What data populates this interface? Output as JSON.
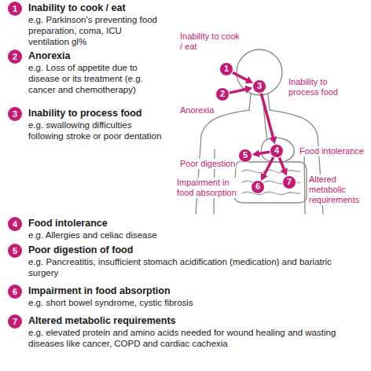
{
  "diagram": {
    "nodes": [
      {
        "text": [
          "1",
          "Inability to cook / eat",
          "e.g. Parkinson's preventing food preparation, coma, ICU ventilation gl%"
        ]
      },
      {
        "text": [
          "2",
          "Anorexia",
          "e.g. Loss of appetite due to disease or its treatment (e.g. cancer and chemotherapy)"
        ]
      },
      {
        "text": [
          "3",
          "Inability to process food",
          "e.g. swallowing difficulties following stroke or poor dentation"
        ]
      },
      {
        "text": [
          "4",
          "Food intolerance",
          "e.g. Allergies and celiac disease"
        ]
      },
      {
        "text": [
          "5",
          "Poor digestion of food",
          "e.g. Pancreatitis, insufficient stomach acidification (medication) and bariatric surgery"
        ]
      },
      {
        "text": [
          "6",
          "Impairment in food absorption",
          "e.g. short bowel syndrome, cystic fibrosis"
        ]
      },
      {
        "text": [
          "7",
          "Altered metabolic requirements",
          "e.g. elevated protein and amino acids needed for wound healing and wasting diseases like cancer, COPD and cardiac cachexia"
        ]
      },
      {
        "text": [
          "1"
        ]
      },
      {
        "text": [
          "2"
        ]
      },
      {
        "text": [
          "3"
        ]
      },
      {
        "text": [
          "4"
        ]
      },
      {
        "text": [
          "5"
        ]
      },
      {
        "text": [
          "6"
        ]
      },
      {
        "text": [
          "7"
        ]
      }
    ],
    "edges": [
      {
        "from": 7,
        "to": 9,
        "arrow": "to"
      },
      {
        "from": 8,
        "to": 9,
        "arrow": "to"
      },
      {
        "from": 9,
        "to": 10,
        "arrow": "to"
      },
      {
        "from": 10,
        "to": 11,
        "arrow": "to"
      },
      {
        "from": 10,
        "to": 12,
        "arrow": "to"
      },
      {
        "from": 10,
        "to": 13,
        "arrow": "to"
      }
    ],
    "labels": [
      "Inability to cook / eat",
      "Anorexia",
      "Inability to process food",
      "Food intolerance",
      "Poor digestion",
      "Impairment in food absorption",
      "Altered metabolic requirements"
    ]
  }
}
